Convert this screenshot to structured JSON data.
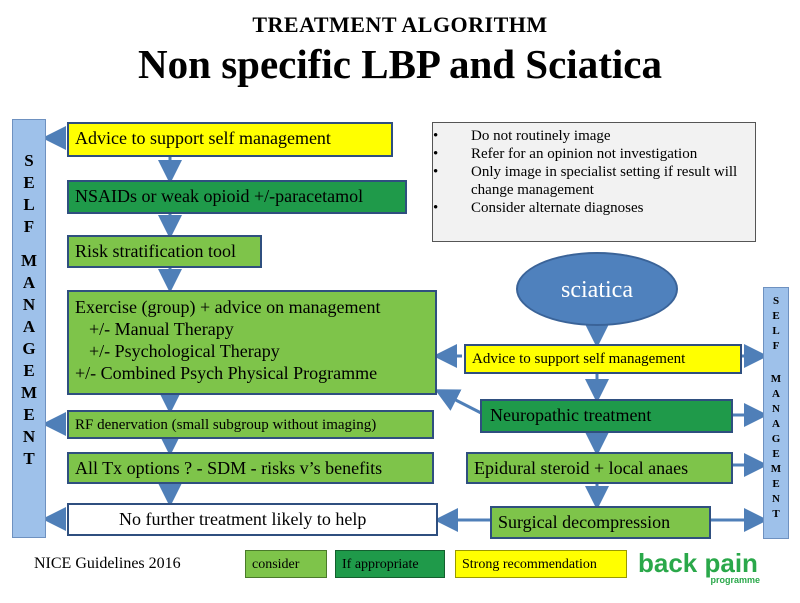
{
  "header": {
    "subtitle": "TREATMENT ALGORITHM",
    "title": "Non specific LBP and Sciatica"
  },
  "left_sidebar": {
    "letters1": [
      "S",
      "E",
      "L",
      "F"
    ],
    "letters2": [
      "M",
      "A",
      "N",
      "A",
      "G",
      "E",
      "M",
      "E",
      "N",
      "T"
    ]
  },
  "right_sidebar": {
    "letters1": [
      "S",
      "E",
      "L",
      "F"
    ],
    "letters2": [
      "M",
      "A",
      "N",
      "A",
      "G",
      "E",
      "M",
      "E",
      "N",
      "T"
    ]
  },
  "left_flow": {
    "advice": "Advice to support self management",
    "nsaids": "NSAIDs or weak opioid +/-paracetamol",
    "risk": "Risk stratification tool",
    "exercise": [
      "Exercise (group) + advice on management",
      "+/- Manual Therapy",
      "+/- Psychological Therapy",
      "+/- Combined Psych Physical Programme"
    ],
    "rf": "RF denervation (small subgroup without imaging)",
    "alltx": "All Tx options ? - SDM - risks v’s benefits",
    "nofurther": "No further treatment likely to help"
  },
  "notes": [
    "Do not routinely image",
    "Refer for an opinion not investigation",
    "Only image in specialist setting if result will change management",
    "Consider alternate diagnoses"
  ],
  "right_flow": {
    "sciatica": "sciatica",
    "advice": "Advice to support self management",
    "neuro": "Neuropathic treatment",
    "epidural": "Epidural steroid + local anaes",
    "surgical": "Surgical decompression"
  },
  "footer": {
    "source": "NICE Guidelines 2016",
    "legend": [
      {
        "label": "consider",
        "color": "#7ec44a"
      },
      {
        "label": "If appropriate",
        "color": "#1f9a4a"
      },
      {
        "label": "Strong recommendation",
        "color": "#ffff00"
      }
    ],
    "logo": "back pain",
    "logo_sub": "programme"
  },
  "colors": {
    "arrow": "#4f7fb8",
    "sidebar": "#9ec1ea"
  }
}
